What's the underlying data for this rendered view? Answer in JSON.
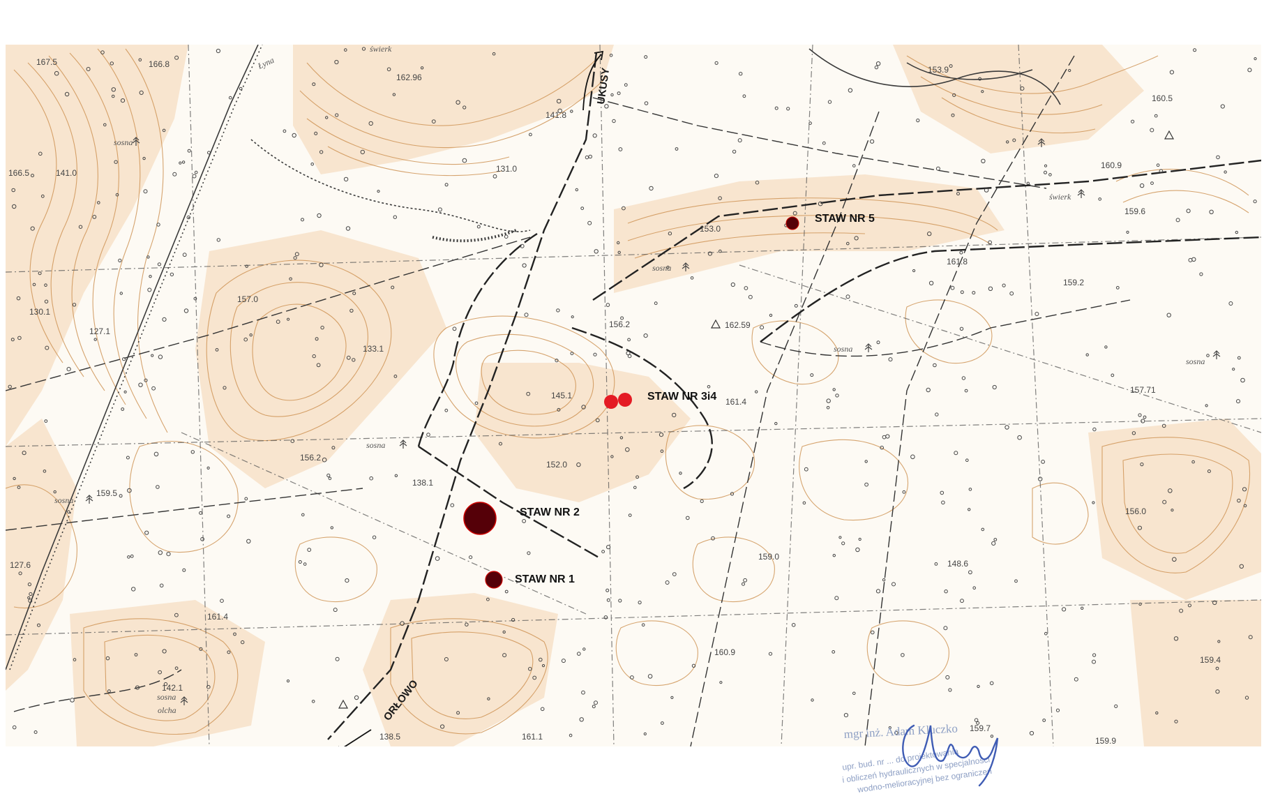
{
  "colors": {
    "paper": "#f8e5cf",
    "contour": "#cf9557",
    "pond_dark": "#550008",
    "pond_red": "#e41b24",
    "stamp": "#8d9fc4",
    "signature": "#3f5cb4"
  },
  "icons": [
    "north-arrow-icon",
    "direction-arrow-icon",
    "tree-symbol-icon",
    "triangulation-point-icon"
  ],
  "road_labels": [
    {
      "id": "ukusy",
      "label": "UKUSY"
    },
    {
      "id": "orlowo",
      "label": "ORŁOWO"
    }
  ],
  "ponds": [
    {
      "id": "staw-1",
      "label": "STAW NR 1"
    },
    {
      "id": "staw-2",
      "label": "STAW NR 2"
    },
    {
      "id": "staw-3i4",
      "label": "STAW NR 3i4"
    },
    {
      "id": "staw-5",
      "label": "STAW NR 5"
    }
  ],
  "elevations": [
    "167.5",
    "166.8",
    "162.96",
    "141.8",
    "153.9",
    "160.5",
    "166.5",
    "141.0",
    "131.0",
    "160.9",
    "159.6",
    "153.0",
    "161.8",
    "159.2",
    "130.1",
    "157.0",
    "127.1",
    "156.2",
    "162.59",
    "133.1",
    "145.1",
    "161.4",
    "157.71",
    "156.2",
    "152.0",
    "138.1",
    "159.5",
    "156.0",
    "159.0",
    "148.6",
    "127.6",
    "161.4",
    "160.9",
    "159.4",
    "142.1",
    "138.5",
    "161.1",
    "159.7",
    "159.9"
  ],
  "vegetation_labels": [
    "świerk",
    "Łyna",
    "sosna",
    "świerk",
    "sosna",
    "sosna",
    "sosna",
    "sosna",
    "sosna",
    "sosna",
    "olcha"
  ],
  "stamp": {
    "line1": "mgr inż. Adam Kluczko",
    "line2": "upr. bud. nr ... do projektowania",
    "line3": "i obliczeń hydraulicznych w specjalności",
    "line4": "wodno-melioracyjnej bez ograniczeń"
  }
}
